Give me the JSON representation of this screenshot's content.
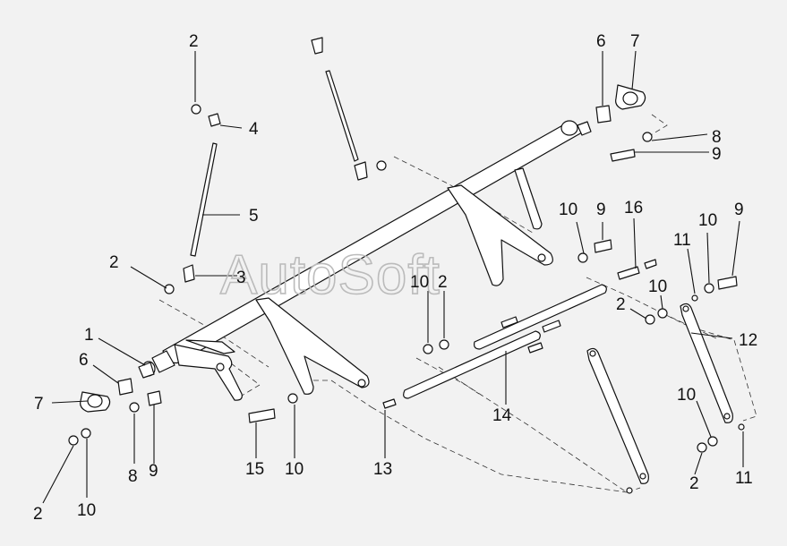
{
  "watermark": "AutoSoft",
  "callouts": [
    {
      "id": "1",
      "text": "1"
    },
    {
      "id": "2a",
      "text": "2"
    },
    {
      "id": "2b",
      "text": "2"
    },
    {
      "id": "2c",
      "text": "2"
    },
    {
      "id": "2d",
      "text": "2"
    },
    {
      "id": "2e",
      "text": "2"
    },
    {
      "id": "2f",
      "text": "2"
    },
    {
      "id": "3",
      "text": "3"
    },
    {
      "id": "4",
      "text": "4"
    },
    {
      "id": "5",
      "text": "5"
    },
    {
      "id": "6a",
      "text": "6"
    },
    {
      "id": "6b",
      "text": "6"
    },
    {
      "id": "7a",
      "text": "7"
    },
    {
      "id": "7b",
      "text": "7"
    },
    {
      "id": "8a",
      "text": "8"
    },
    {
      "id": "8b",
      "text": "8"
    },
    {
      "id": "9a",
      "text": "9"
    },
    {
      "id": "9b",
      "text": "9"
    },
    {
      "id": "9c",
      "text": "9"
    },
    {
      "id": "9d",
      "text": "9"
    },
    {
      "id": "10a",
      "text": "10"
    },
    {
      "id": "10b",
      "text": "10"
    },
    {
      "id": "10c",
      "text": "10"
    },
    {
      "id": "10d",
      "text": "10"
    },
    {
      "id": "10e",
      "text": "10"
    },
    {
      "id": "10f",
      "text": "10"
    },
    {
      "id": "10g",
      "text": "10"
    },
    {
      "id": "11a",
      "text": "11"
    },
    {
      "id": "11b",
      "text": "11"
    },
    {
      "id": "12",
      "text": "12"
    },
    {
      "id": "13",
      "text": "13"
    },
    {
      "id": "14",
      "text": "14"
    },
    {
      "id": "15",
      "text": "15"
    },
    {
      "id": "16",
      "text": "16"
    }
  ]
}
